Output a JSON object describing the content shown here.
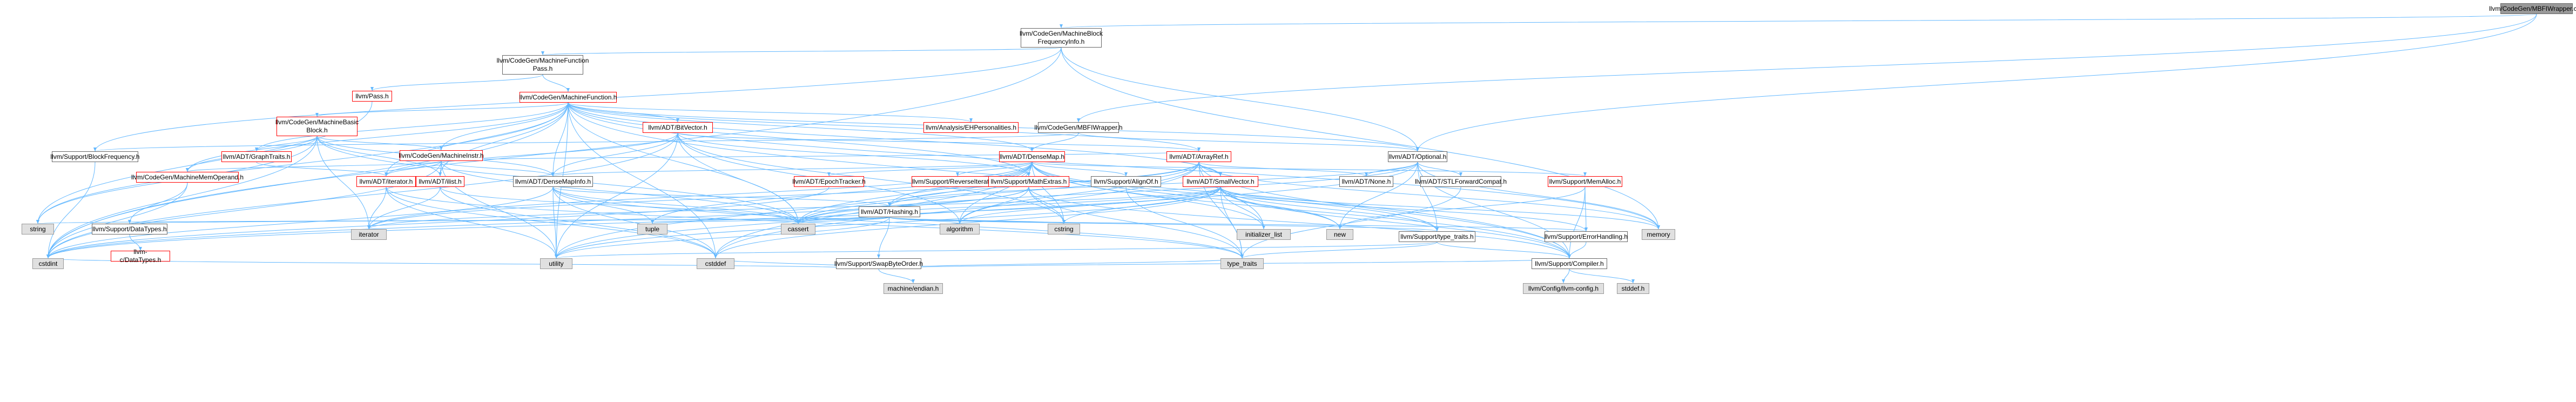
{
  "nodes": [
    {
      "id": "root",
      "label": "llvm/CodeGen/MBFIWrapper.cpp",
      "style": "root"
    },
    {
      "id": "mbfi",
      "label": "llvm/CodeGen/MachineBlock\nFrequencyInfo.h",
      "style": "normal"
    },
    {
      "id": "mfpass",
      "label": "llvm/CodeGen/MachineFunction\nPass.h",
      "style": "normal"
    },
    {
      "id": "pass",
      "label": "llvm/Pass.h",
      "style": "red"
    },
    {
      "id": "mf",
      "label": "llvm/CodeGen/MachineFunction.h",
      "style": "red"
    },
    {
      "id": "mbfiwrap",
      "label": "llvm/CodeGen/MBFIWrapper.h",
      "style": "normal"
    },
    {
      "id": "mbb",
      "label": "llvm/CodeGen/MachineBasic\nBlock.h",
      "style": "red"
    },
    {
      "id": "bitvector",
      "label": "llvm/ADT/BitVector.h",
      "style": "red"
    },
    {
      "id": "ehpers",
      "label": "llvm/Analysis/EHPersonalities.h",
      "style": "red"
    },
    {
      "id": "blockfreq",
      "label": "llvm/Support/BlockFrequency.h",
      "style": "normal"
    },
    {
      "id": "graphtraits",
      "label": "llvm/ADT/GraphTraits.h",
      "style": "red"
    },
    {
      "id": "minstr",
      "label": "llvm/CodeGen/MachineInstr.h",
      "style": "red"
    },
    {
      "id": "densemap",
      "label": "llvm/ADT/DenseMap.h",
      "style": "red"
    },
    {
      "id": "arrayref",
      "label": "llvm/ADT/ArrayRef.h",
      "style": "red"
    },
    {
      "id": "optional",
      "label": "llvm/ADT/Optional.h",
      "style": "normal"
    },
    {
      "id": "mmoperand",
      "label": "llvm/CodeGen/MachineMemOperand.h",
      "style": "red"
    },
    {
      "id": "iterator",
      "label": "llvm/ADT/iterator.h",
      "style": "red"
    },
    {
      "id": "ilist",
      "label": "llvm/ADT/ilist.h",
      "style": "red"
    },
    {
      "id": "epoch",
      "label": "llvm/ADT/EpochTracker.h",
      "style": "red"
    },
    {
      "id": "densemapinfo",
      "label": "llvm/ADT/DenseMapInfo.h",
      "style": "normal"
    },
    {
      "id": "revit",
      "label": "llvm/Support/ReverseIteration.h",
      "style": "red"
    },
    {
      "id": "hashing",
      "label": "llvm/ADT/Hashing.h",
      "style": "normal"
    },
    {
      "id": "mathextras",
      "label": "llvm/Support/MathExtras.h",
      "style": "red"
    },
    {
      "id": "alignof",
      "label": "llvm/Support/AlignOf.h",
      "style": "normal"
    },
    {
      "id": "smallvector",
      "label": "llvm/ADT/SmallVector.h",
      "style": "red"
    },
    {
      "id": "none",
      "label": "llvm/ADT/None.h",
      "style": "normal"
    },
    {
      "id": "stlforward",
      "label": "llvm/ADT/STLForwardCompat.h",
      "style": "normal"
    },
    {
      "id": "memalloc",
      "label": "llvm/Support/MemAlloc.h",
      "style": "red"
    },
    {
      "id": "datatypes",
      "label": "llvm/Support/DataTypes.h",
      "style": "normal"
    },
    {
      "id": "swapbyte",
      "label": "llvm/Support/SwapByteOrder.h",
      "style": "normal"
    },
    {
      "id": "typetraits",
      "label": "llvm/Support/type_traits.h",
      "style": "normal"
    },
    {
      "id": "errhandling",
      "label": "llvm/Support/ErrorHandling.h",
      "style": "normal"
    },
    {
      "id": "compiler",
      "label": "llvm/Support/Compiler.h",
      "style": "normal"
    },
    {
      "id": "cdatatypes",
      "label": "llvm-c/DataTypes.h",
      "style": "red"
    },
    {
      "id": "llvmconfig",
      "label": "llvm/Config/llvm-config.h",
      "style": "grey"
    },
    {
      "id": "stddefh",
      "label": "stddef.h",
      "style": "grey"
    },
    {
      "id": "string",
      "label": "string",
      "style": "grey"
    },
    {
      "id": "cstdint",
      "label": "cstdint",
      "style": "grey"
    },
    {
      "id": "utility",
      "label": "utility",
      "style": "grey"
    },
    {
      "id": "iteratorstd",
      "label": "iterator",
      "style": "grey"
    },
    {
      "id": "tuple",
      "label": "tuple",
      "style": "grey"
    },
    {
      "id": "cassert",
      "label": "cassert",
      "style": "grey"
    },
    {
      "id": "cstddef",
      "label": "cstddef",
      "style": "grey"
    },
    {
      "id": "machendian",
      "label": "machine/endian.h",
      "style": "grey"
    },
    {
      "id": "algorithm",
      "label": "algorithm",
      "style": "grey"
    },
    {
      "id": "cstring",
      "label": "cstring",
      "style": "grey"
    },
    {
      "id": "typetraitsstd",
      "label": "type_traits",
      "style": "grey"
    },
    {
      "id": "initlist",
      "label": "initializer_list",
      "style": "grey"
    },
    {
      "id": "new",
      "label": "new",
      "style": "grey"
    },
    {
      "id": "memory",
      "label": "memory",
      "style": "grey"
    }
  ],
  "edges": [
    [
      "root",
      "mbfi"
    ],
    [
      "root",
      "mbfiwrap"
    ],
    [
      "root",
      "optional"
    ],
    [
      "mbfi",
      "mfpass"
    ],
    [
      "mbfi",
      "blockfreq"
    ],
    [
      "mbfi",
      "optional"
    ],
    [
      "mbfi",
      "cstdint"
    ],
    [
      "mbfi",
      "memory"
    ],
    [
      "mfpass",
      "pass"
    ],
    [
      "mfpass",
      "mf"
    ],
    [
      "pass",
      "string"
    ],
    [
      "mf",
      "mbb"
    ],
    [
      "mf",
      "bitvector"
    ],
    [
      "mf",
      "ehpers"
    ],
    [
      "mf",
      "graphtraits"
    ],
    [
      "mf",
      "minstr"
    ],
    [
      "mf",
      "densemap"
    ],
    [
      "mf",
      "arrayref"
    ],
    [
      "mf",
      "mmoperand"
    ],
    [
      "mf",
      "iterator"
    ],
    [
      "mf",
      "ilist"
    ],
    [
      "mf",
      "smallvector"
    ],
    [
      "mf",
      "compiler"
    ],
    [
      "mf",
      "cstdint"
    ],
    [
      "mf",
      "utility"
    ],
    [
      "mf",
      "cassert"
    ],
    [
      "mf",
      "cstddef"
    ],
    [
      "mf",
      "memory"
    ],
    [
      "mf",
      "string"
    ],
    [
      "mf",
      "mathextras"
    ],
    [
      "mf",
      "optional"
    ],
    [
      "mf",
      "densemapinfo"
    ],
    [
      "mbfiwrap",
      "blockfreq"
    ],
    [
      "mbfiwrap",
      "densemap"
    ],
    [
      "mbfiwrap",
      "optional"
    ],
    [
      "blockfreq",
      "cstdint"
    ],
    [
      "mbb",
      "graphtraits"
    ],
    [
      "mbb",
      "minstr"
    ],
    [
      "mbb",
      "mmoperand"
    ],
    [
      "mbb",
      "ilist"
    ],
    [
      "mbb",
      "iteratorstd"
    ],
    [
      "mbb",
      "cstdint"
    ],
    [
      "mbb",
      "string"
    ],
    [
      "mbb",
      "cassert"
    ],
    [
      "mbb",
      "densemapinfo"
    ],
    [
      "bitvector",
      "arrayref"
    ],
    [
      "bitvector",
      "densemapinfo"
    ],
    [
      "bitvector",
      "iterator"
    ],
    [
      "bitvector",
      "mathextras"
    ],
    [
      "bitvector",
      "algorithm"
    ],
    [
      "bitvector",
      "cassert"
    ],
    [
      "bitvector",
      "utility"
    ],
    [
      "bitvector",
      "cstdint"
    ],
    [
      "bitvector",
      "cstring"
    ],
    [
      "minstr",
      "densemapinfo"
    ],
    [
      "minstr",
      "iterator"
    ],
    [
      "minstr",
      "ilist"
    ],
    [
      "minstr",
      "arrayref"
    ],
    [
      "minstr",
      "mmoperand"
    ],
    [
      "minstr",
      "cstdint"
    ],
    [
      "minstr",
      "utility"
    ],
    [
      "minstr",
      "cassert"
    ],
    [
      "mmoperand",
      "datatypes"
    ],
    [
      "mmoperand",
      "cstdint"
    ],
    [
      "graphtraits",
      "iterator"
    ],
    [
      "densemap",
      "epoch"
    ],
    [
      "densemap",
      "densemapinfo"
    ],
    [
      "densemap",
      "revit"
    ],
    [
      "densemap",
      "mathextras"
    ],
    [
      "densemap",
      "alignof"
    ],
    [
      "densemap",
      "memalloc"
    ],
    [
      "densemap",
      "typetraits"
    ],
    [
      "densemap",
      "compiler"
    ],
    [
      "densemap",
      "algorithm"
    ],
    [
      "densemap",
      "cassert"
    ],
    [
      "densemap",
      "cstddef"
    ],
    [
      "densemap",
      "cstring"
    ],
    [
      "densemap",
      "initlist"
    ],
    [
      "densemap",
      "iteratorstd"
    ],
    [
      "densemap",
      "new"
    ],
    [
      "densemap",
      "type_traits"
    ],
    [
      "densemap",
      "utility"
    ],
    [
      "densemap",
      "hashing"
    ],
    [
      "densemap",
      "tuple"
    ],
    [
      "arrayref",
      "hashing"
    ],
    [
      "arrayref",
      "none"
    ],
    [
      "arrayref",
      "smallvector"
    ],
    [
      "arrayref",
      "compiler"
    ],
    [
      "arrayref",
      "algorithm"
    ],
    [
      "arrayref",
      "array"
    ],
    [
      "arrayref",
      "cassert"
    ],
    [
      "arrayref",
      "cstddef"
    ],
    [
      "arrayref",
      "initlist"
    ],
    [
      "arrayref",
      "iteratorstd"
    ],
    [
      "arrayref",
      "memory"
    ],
    [
      "arrayref",
      "typetraitsstd"
    ],
    [
      "arrayref",
      "vector"
    ],
    [
      "optional",
      "hashing"
    ],
    [
      "optional",
      "none"
    ],
    [
      "optional",
      "stlforward"
    ],
    [
      "optional",
      "compiler"
    ],
    [
      "optional",
      "typetraits"
    ],
    [
      "optional",
      "cassert"
    ],
    [
      "optional",
      "new"
    ],
    [
      "optional",
      "utility"
    ],
    [
      "optional",
      "memory"
    ],
    [
      "iterator",
      "iteratorstd"
    ],
    [
      "iterator",
      "cstddef"
    ],
    [
      "iterator",
      "typetraitsstd"
    ],
    [
      "iterator",
      "utility"
    ],
    [
      "ilist",
      "iteratorstd"
    ],
    [
      "ilist",
      "cassert"
    ],
    [
      "ilist",
      "cstddef"
    ],
    [
      "epoch",
      "cstdint"
    ],
    [
      "densemapinfo",
      "hashing"
    ],
    [
      "densemapinfo",
      "cassert"
    ],
    [
      "densemapinfo",
      "cstddef"
    ],
    [
      "densemapinfo",
      "cstdint"
    ],
    [
      "densemapinfo",
      "tuple"
    ],
    [
      "densemapinfo",
      "typetraitsstd"
    ],
    [
      "densemapinfo",
      "utility"
    ],
    [
      "hashing",
      "errhandling"
    ],
    [
      "hashing",
      "swapbyte"
    ],
    [
      "hashing",
      "typetraits"
    ],
    [
      "hashing",
      "algorithm"
    ],
    [
      "hashing",
      "cassert"
    ],
    [
      "hashing",
      "cstring"
    ],
    [
      "hashing",
      "string"
    ],
    [
      "hashing",
      "tuple"
    ],
    [
      "hashing",
      "utility"
    ],
    [
      "hashing",
      "datatypes"
    ],
    [
      "mathextras",
      "compiler"
    ],
    [
      "mathextras",
      "algorithm"
    ],
    [
      "mathextras",
      "cassert"
    ],
    [
      "mathextras",
      "cstdint"
    ],
    [
      "mathextras",
      "cstring"
    ],
    [
      "mathextras",
      "typetraitsstd"
    ],
    [
      "alignof",
      "typetraitsstd"
    ],
    [
      "smallvector",
      "compiler"
    ],
    [
      "smallvector",
      "typetraits"
    ],
    [
      "smallvector",
      "algorithm"
    ],
    [
      "smallvector",
      "cassert"
    ],
    [
      "smallvector",
      "cstddef"
    ],
    [
      "smallvector",
      "cstdint"
    ],
    [
      "smallvector",
      "cstring"
    ],
    [
      "smallvector",
      "initlist"
    ],
    [
      "smallvector",
      "iteratorstd"
    ],
    [
      "smallvector",
      "memory"
    ],
    [
      "smallvector",
      "new"
    ],
    [
      "smallvector",
      "typetraitsstd"
    ],
    [
      "smallvector",
      "utility"
    ],
    [
      "smallvector",
      "errhandling"
    ],
    [
      "stlforward",
      "typetraitsstd"
    ],
    [
      "memalloc",
      "compiler"
    ],
    [
      "memalloc",
      "errhandling"
    ],
    [
      "memalloc",
      "new"
    ],
    [
      "datatypes",
      "cdatatypes"
    ],
    [
      "swapbyte",
      "compiler"
    ],
    [
      "swapbyte",
      "cstddef"
    ],
    [
      "swapbyte",
      "cstdint"
    ],
    [
      "swapbyte",
      "typetraitsstd"
    ],
    [
      "swapbyte",
      "machendian"
    ],
    [
      "typetraits",
      "compiler"
    ],
    [
      "typetraits",
      "typetraitsstd"
    ],
    [
      "typetraits",
      "utility"
    ],
    [
      "errhandling",
      "compiler"
    ],
    [
      "compiler",
      "llvmconfig"
    ],
    [
      "compiler",
      "stddefh"
    ]
  ]
}
